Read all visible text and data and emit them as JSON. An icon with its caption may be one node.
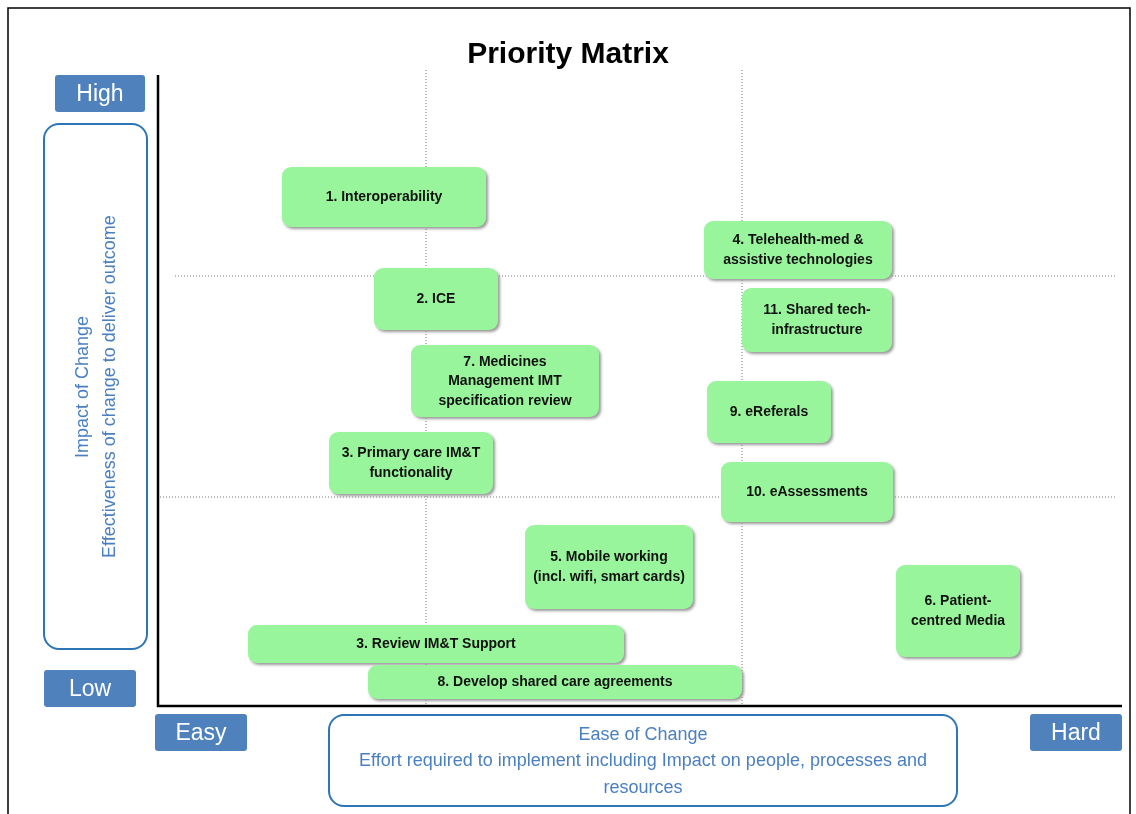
{
  "diagram": {
    "title": "Priority Matrix",
    "nodes": [
      {
        "text": [
          "High"
        ]
      },
      {
        "text": [
          "Impact of Change",
          "Effectiveness of change to deliver outcome"
        ]
      },
      {
        "text": [
          "1. Interoperability"
        ]
      },
      {
        "text": [
          "4. Telehealth-med & assistive technologies"
        ]
      },
      {
        "text": [
          "2. ICE"
        ]
      },
      {
        "text": [
          "11. Shared tech-infrastructure"
        ]
      },
      {
        "text": [
          "7. Medicines Management IMT specification review"
        ]
      },
      {
        "text": [
          "9. eReferals"
        ]
      },
      {
        "text": [
          "3. Primary care IM&T functionality"
        ]
      },
      {
        "text": [
          "10. eAssessments"
        ]
      },
      {
        "text": [
          "5. Mobile working (incl. wifi, smart cards)"
        ]
      },
      {
        "text": [
          "6. Patient-centred Media"
        ]
      },
      {
        "text": [
          "3. Review IM&T Support"
        ]
      },
      {
        "text": [
          "Low"
        ]
      },
      {
        "text": [
          "8. Develop shared care agreements"
        ]
      },
      {
        "text": [
          "Easy"
        ]
      },
      {
        "text": [
          "Ease of Change",
          "Effort required to implement including Impact on people, processes and resources"
        ]
      },
      {
        "text": [
          "Hard"
        ]
      }
    ],
    "edges": []
  }
}
